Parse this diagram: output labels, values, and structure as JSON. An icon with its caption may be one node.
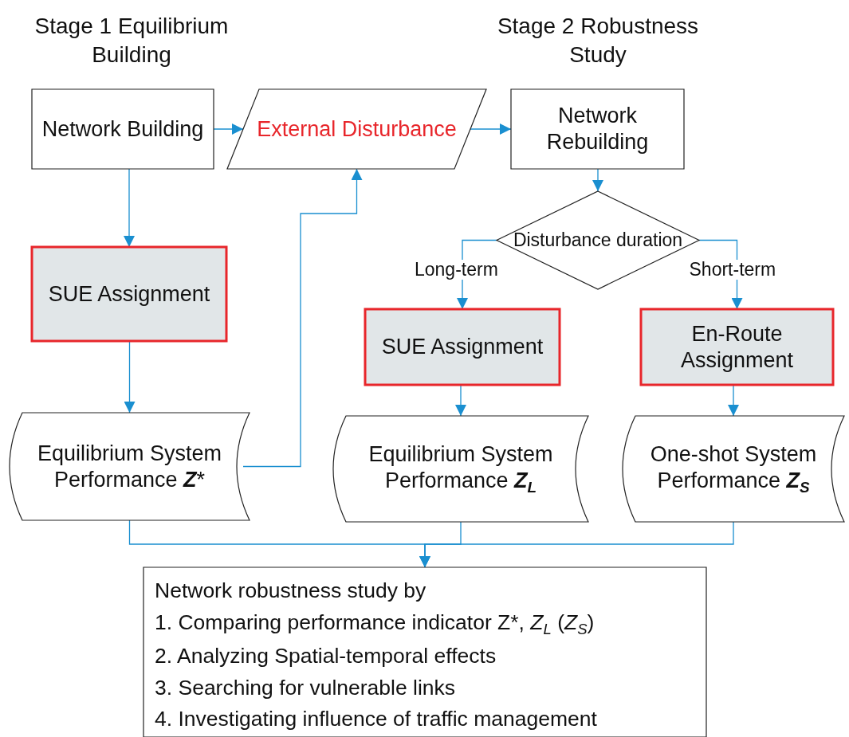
{
  "diagram": {
    "nodes": [
      {
        "text": [
          "Network Building"
        ]
      },
      {
        "text": [
          "External Disturbance"
        ]
      },
      {
        "text": [
          "Network Rebuilding"
        ]
      },
      {
        "text": [
          "SUE Assignment"
        ]
      },
      {
        "text": [
          "Equilibrium System Performance **Z***"
        ]
      },
      {
        "text": [
          "Disturbance duration"
        ]
      },
      {
        "text": [
          "SUE Assignment"
        ]
      },
      {
        "text": [
          "En-Route Assignment"
        ]
      },
      {
        "text": [
          "Equilibrium System Performance **Z**$_{L}$"
        ]
      },
      {
        "text": [
          "One-shot System Performance **Z**$_{S}$"
        ]
      },
      {
        "text": [
          "Network robustness study by",
          "1. Comparing performance indicator Z*, *Z*$_{L}$ (*Z*$_{S}$)",
          "2. Analyzing Spatial-temporal effects",
          "3. Searching for vulnerable links",
          "4. Investigating influence of traffic management"
        ]
      }
    ],
    "edges": [
      {
        "from": 0,
        "to": 1,
        "arrow": "to"
      },
      {
        "from": 1,
        "to": 2,
        "arrow": "to"
      },
      {
        "from": 0,
        "to": 3,
        "arrow": "to"
      },
      {
        "from": 3,
        "to": 4,
        "arrow": "to"
      },
      {
        "from": 4,
        "to": 1,
        "arrow": "to"
      },
      {
        "from": 2,
        "to": 5,
        "arrow": "to"
      },
      {
        "from": 5,
        "to": 6,
        "arrow": "to",
        "label": "Long-term"
      },
      {
        "from": 5,
        "to": 7,
        "arrow": "to",
        "label": "Short-term"
      },
      {
        "from": 6,
        "to": 8,
        "arrow": "to"
      },
      {
        "from": 7,
        "to": 9,
        "arrow": "to"
      },
      {
        "from": 4,
        "to": 10,
        "arrow": "to"
      },
      {
        "from": 8,
        "to": 10,
        "arrow": "to"
      },
      {
        "from": 9,
        "to": 10,
        "arrow": "to"
      }
    ],
    "labels": [
      "Stage 1 Equilibrium Building",
      "Stage 2 Robustness Study"
    ]
  }
}
